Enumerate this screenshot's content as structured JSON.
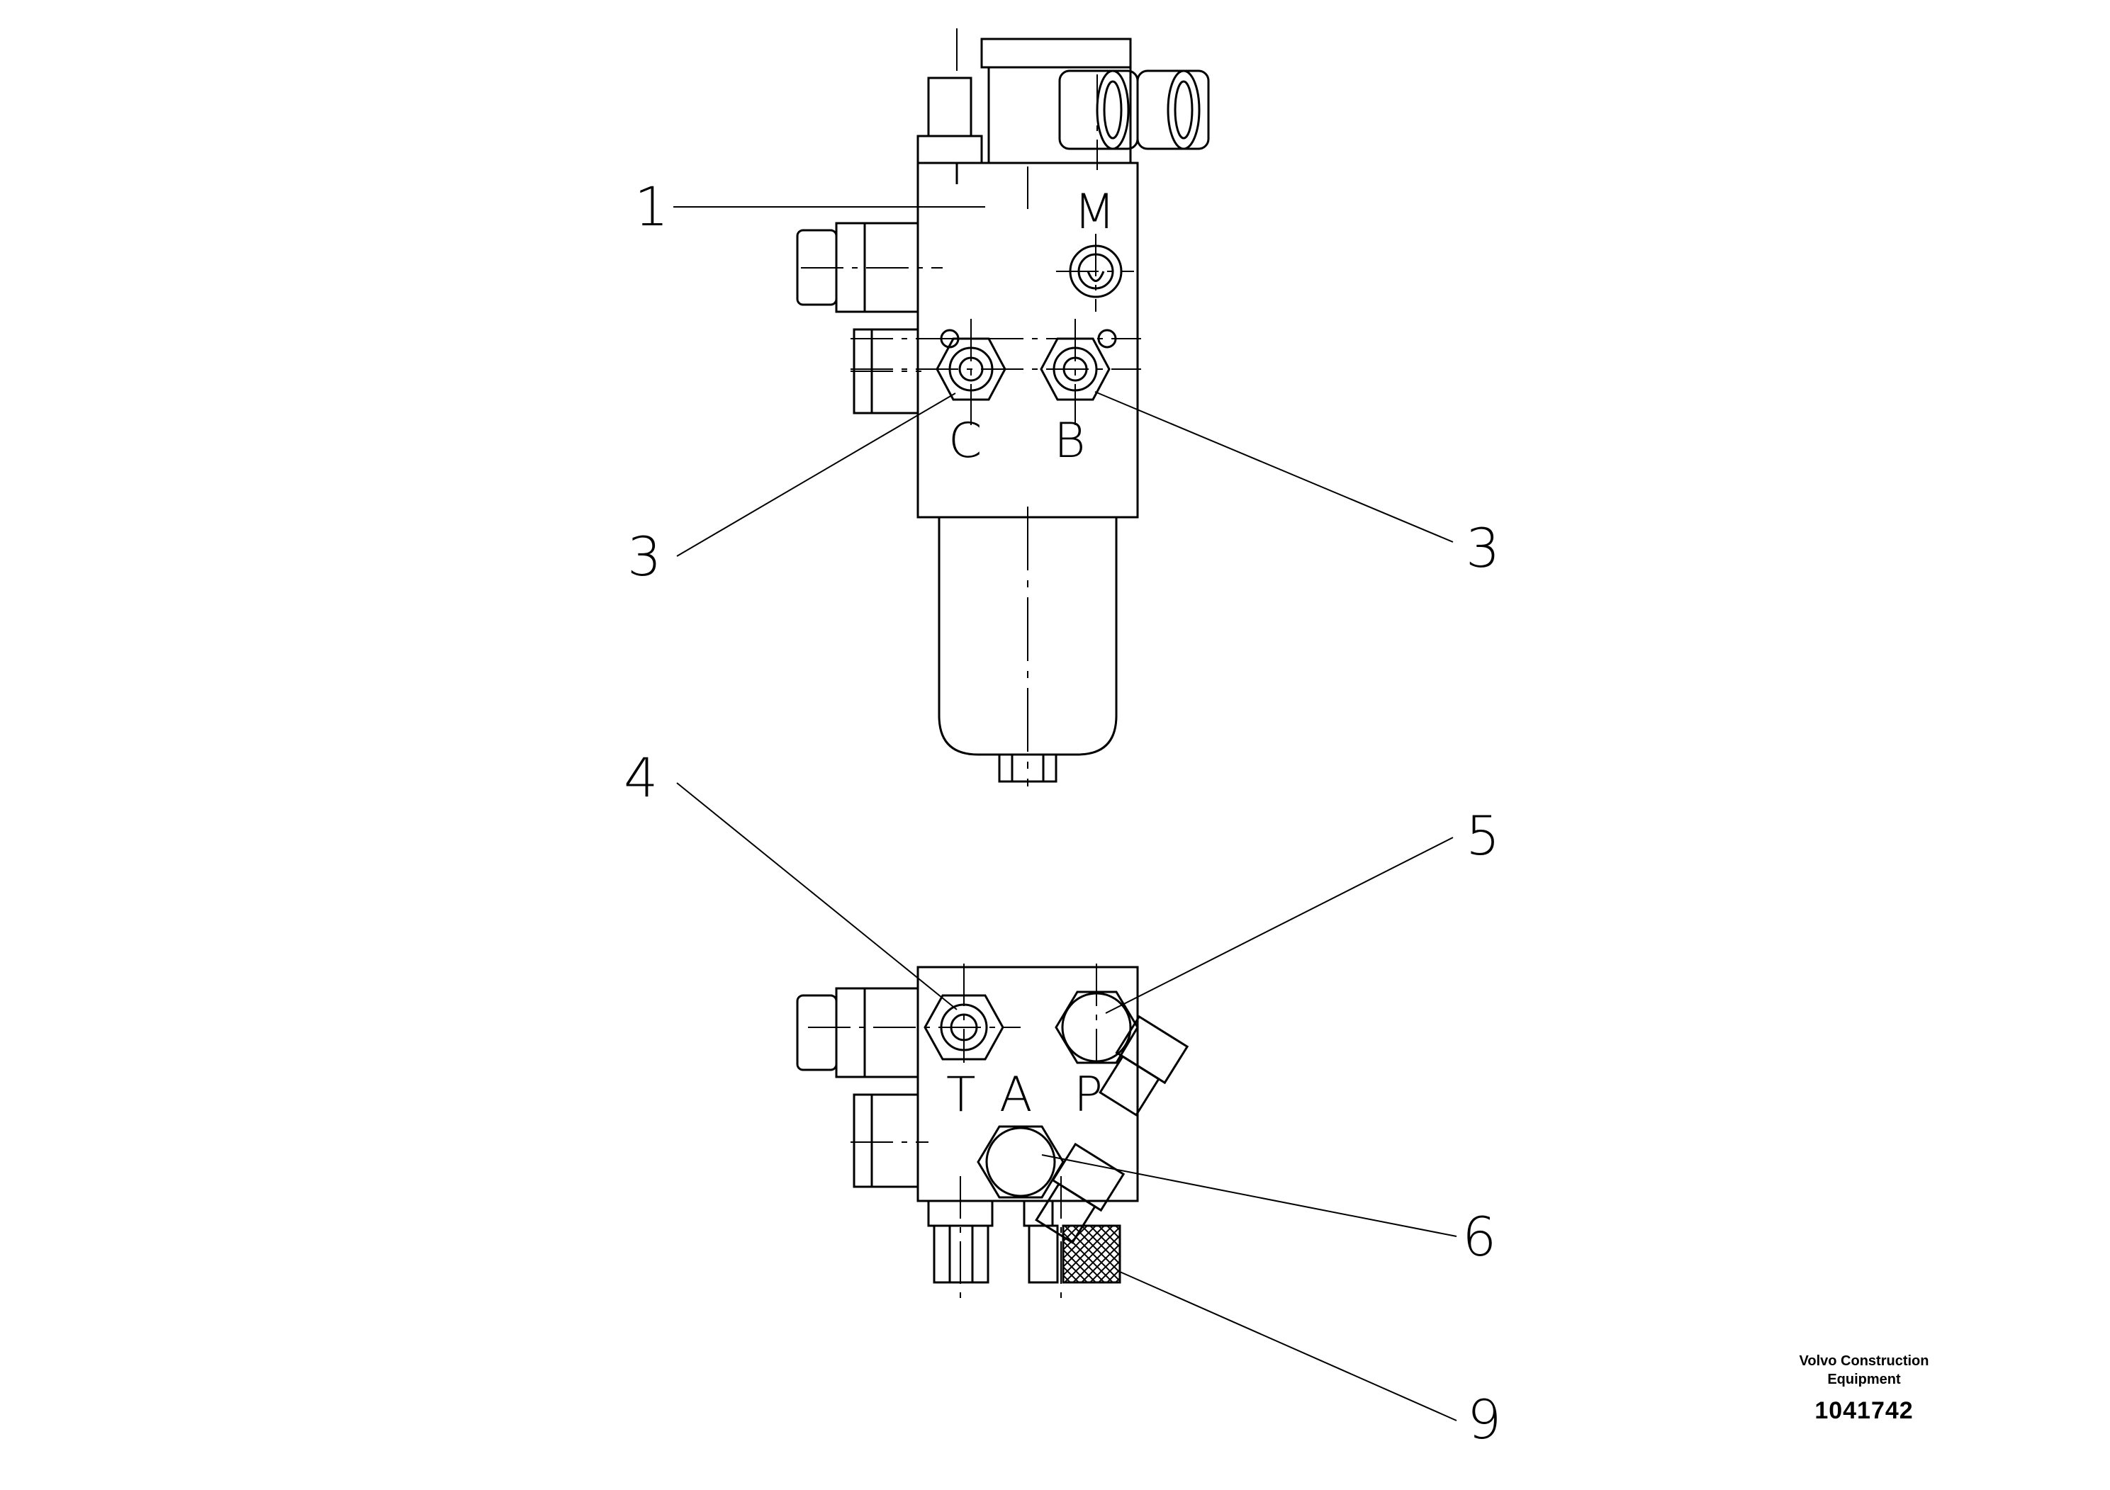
{
  "callouts": [
    "1",
    "3",
    "3",
    "4",
    "5",
    "6",
    "9"
  ],
  "top_ports": [
    "M",
    "C",
    "B"
  ],
  "bottom_ports": [
    "T",
    "A",
    "P"
  ],
  "brand": {
    "name_line1": "Volvo Construction",
    "name_line2": "Equipment",
    "drawing_number": "1041742"
  }
}
